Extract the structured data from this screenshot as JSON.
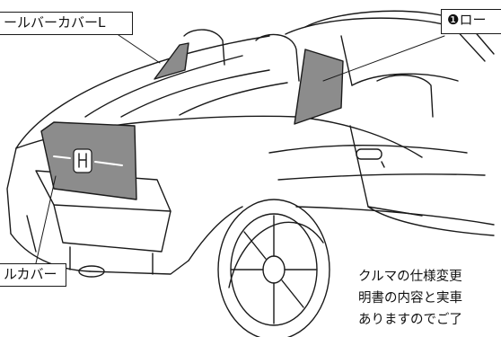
{
  "callouts": {
    "top_left": "ールバーカバーL",
    "top_right_number": "❶",
    "top_right": "ロー",
    "bottom_left": "ルカバー"
  },
  "note": {
    "lines": [
      "クルマの仕様変更",
      "明書の内容と実車",
      "ありますのでご了"
    ]
  },
  "colors": {
    "outline": "#1a1a1a",
    "accessory_fill": "#8c8c8c",
    "background": "#ffffff"
  }
}
